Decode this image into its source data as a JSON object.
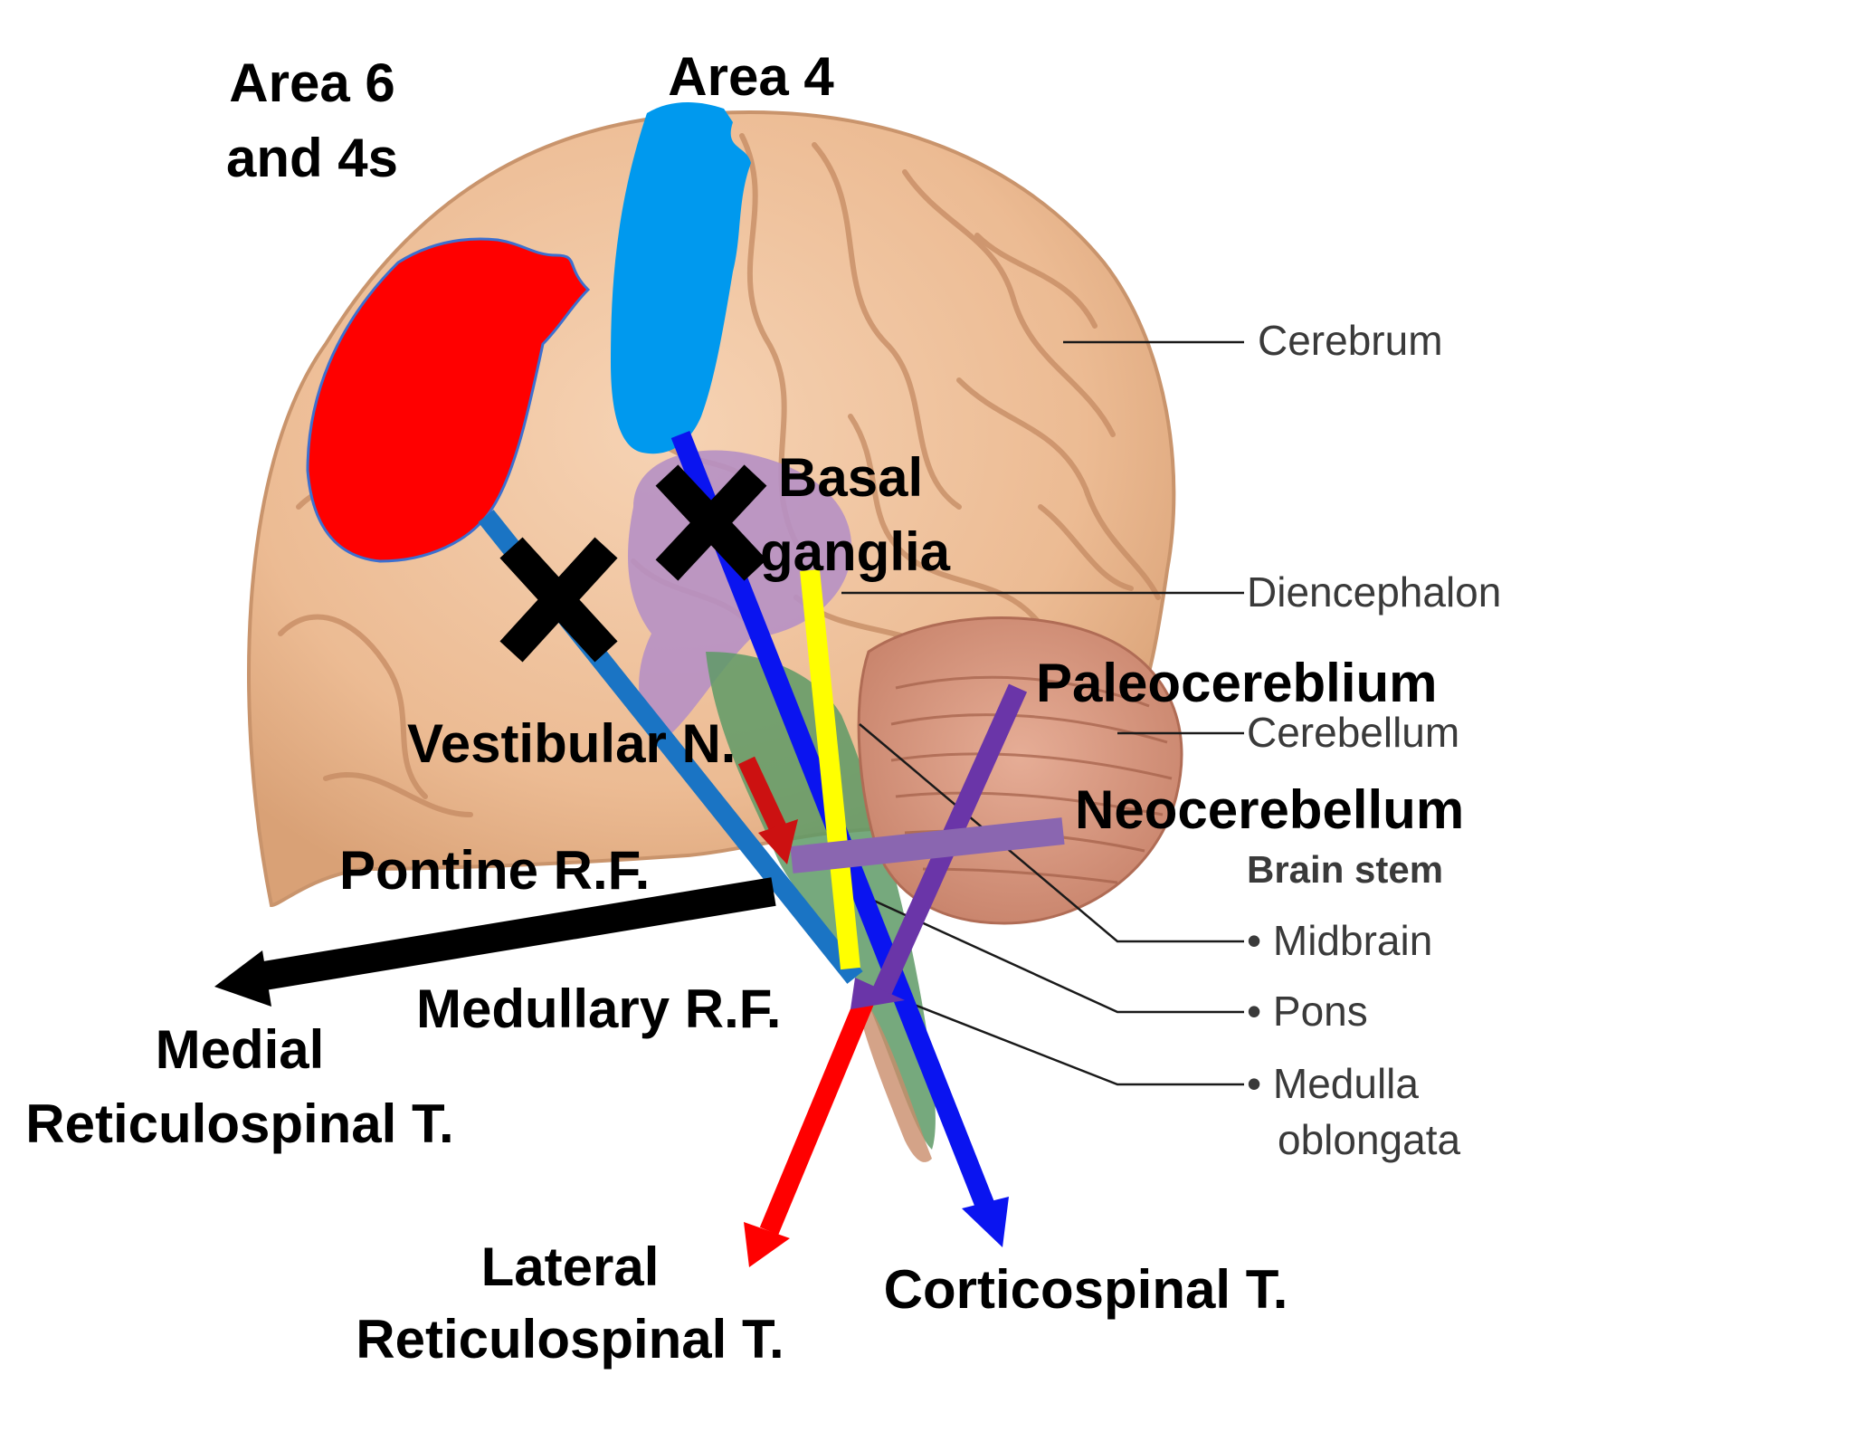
{
  "labels": {
    "area6": [
      "Area 6",
      "and 4s"
    ],
    "area4": "Area 4",
    "basal_ganglia": [
      "Basal",
      "ganglia"
    ],
    "vestibular": "Vestibular N.",
    "pontine_rf": "Pontine R.F.",
    "medullary_rf": "Medullary R.F.",
    "medial_rst": [
      "Medial",
      "Reticulospinal T."
    ],
    "lateral_rst": [
      "Lateral",
      "Reticulospinal T."
    ],
    "corticospinal": "Corticospinal T.",
    "paleocerebellum": "Paleocereblium",
    "neocerebellum": "Neocerebellum"
  },
  "anatomy": {
    "cerebrum": "Cerebrum",
    "diencephalon": "Diencephalon",
    "cerebellum": "Cerebellum",
    "brain_stem": "Brain stem",
    "midbrain": "• Midbrain",
    "pons": "• Pons",
    "medulla": [
      "• Medulla",
      "oblongata"
    ]
  },
  "colors": {
    "area6": "#ff0000",
    "area4": "#0099ee",
    "corticospinal": "#0a14f0",
    "basal_ganglia_path": "#ffff00",
    "vestibular_path": "#1a74c4",
    "lateral_rst": "#ff0000",
    "medial_rst": "#000000",
    "paleocerebellum": "#6a35a8",
    "neocerebellum": "#8a66b0",
    "vestibular_arrow": "#cc1111",
    "lesion_marks": "#000000"
  }
}
